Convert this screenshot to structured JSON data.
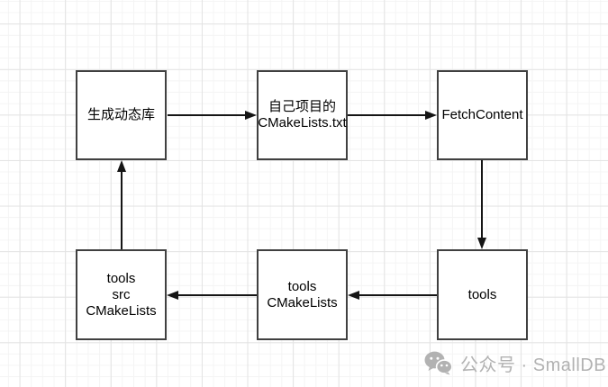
{
  "diagram": {
    "nodes": [
      {
        "id": "generate-dynamic-lib",
        "lines": [
          "生成动态库"
        ]
      },
      {
        "id": "own-project-cmakelists",
        "lines": [
          "自己项目的",
          "CMakeLists.txt"
        ]
      },
      {
        "id": "fetchcontent",
        "lines": [
          "FetchContent"
        ]
      },
      {
        "id": "tools-src-cmakelists",
        "lines": [
          "tools",
          "src",
          "CMakeLists"
        ]
      },
      {
        "id": "tools-cmakelists",
        "lines": [
          "tools",
          "CMakeLists"
        ]
      },
      {
        "id": "tools",
        "lines": [
          "tools"
        ]
      }
    ],
    "edges": [
      {
        "from": "生成动态库",
        "to": "自己项目的 CMakeLists.txt",
        "direction": "right"
      },
      {
        "from": "自己项目的 CMakeLists.txt",
        "to": "FetchContent",
        "direction": "right"
      },
      {
        "from": "FetchContent",
        "to": "tools",
        "direction": "down"
      },
      {
        "from": "tools",
        "to": "tools CMakeLists",
        "direction": "left"
      },
      {
        "from": "tools CMakeLists",
        "to": "tools src CMakeLists",
        "direction": "left"
      },
      {
        "from": "tools src CMakeLists",
        "to": "生成动态库",
        "direction": "up"
      }
    ],
    "colors": {
      "node_border": "#404040",
      "node_fill": "#ffffff",
      "arrow": "#151515",
      "grid_minor": "#f4f4f4",
      "grid_major": "#e3e3e3",
      "text": "#000000"
    }
  },
  "watermark": {
    "icon": "wechat-icon",
    "text": "公众号 · SmallDB",
    "color": "#b2b2b2"
  }
}
